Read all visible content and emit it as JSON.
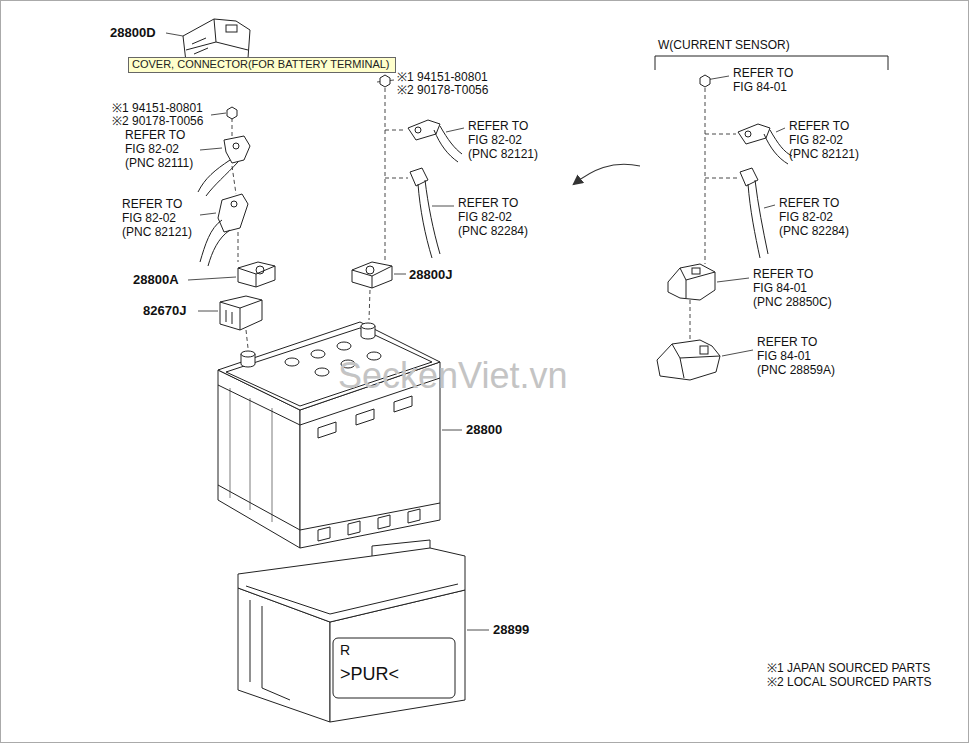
{
  "diagram": {
    "nodes": [
      {
        "text": [
          "COVER, CONNECTOR(FOR BATTERY TERMINAL)"
        ]
      }
    ],
    "labels": [
      "28800D",
      "※1 94151-80801",
      "※2 90178-T0056",
      "※1 94151-80801",
      "※2 90178-T0056",
      "REFER TO",
      "FIG 82-02",
      "(PNC 82111)",
      "REFER TO",
      "FIG 82-02",
      "(PNC 82121)",
      "28800A",
      "82670J",
      "REFER TO",
      "FIG 82-02",
      "(PNC 82121)",
      "REFER TO",
      "FIG 82-02",
      "(PNC 82284)",
      "28800J",
      "28800",
      "28899",
      "W(CURRENT SENSOR)",
      "REFER TO",
      "FIG 84-01",
      "REFER TO",
      "FIG 82-02",
      "(PNC 82121)",
      "REFER TO",
      "FIG 82-02",
      "(PNC 82284)",
      "REFER TO",
      "FIG 84-01",
      "(PNC 28850C)",
      "REFER TO",
      "FIG 84-01",
      "(PNC 28859A)",
      "R",
      ">PUR<",
      "SeckenViet.vn",
      "※1 JAPAN SOURCED PARTS",
      "※2 LOCAL SOURCED PARTS"
    ]
  }
}
